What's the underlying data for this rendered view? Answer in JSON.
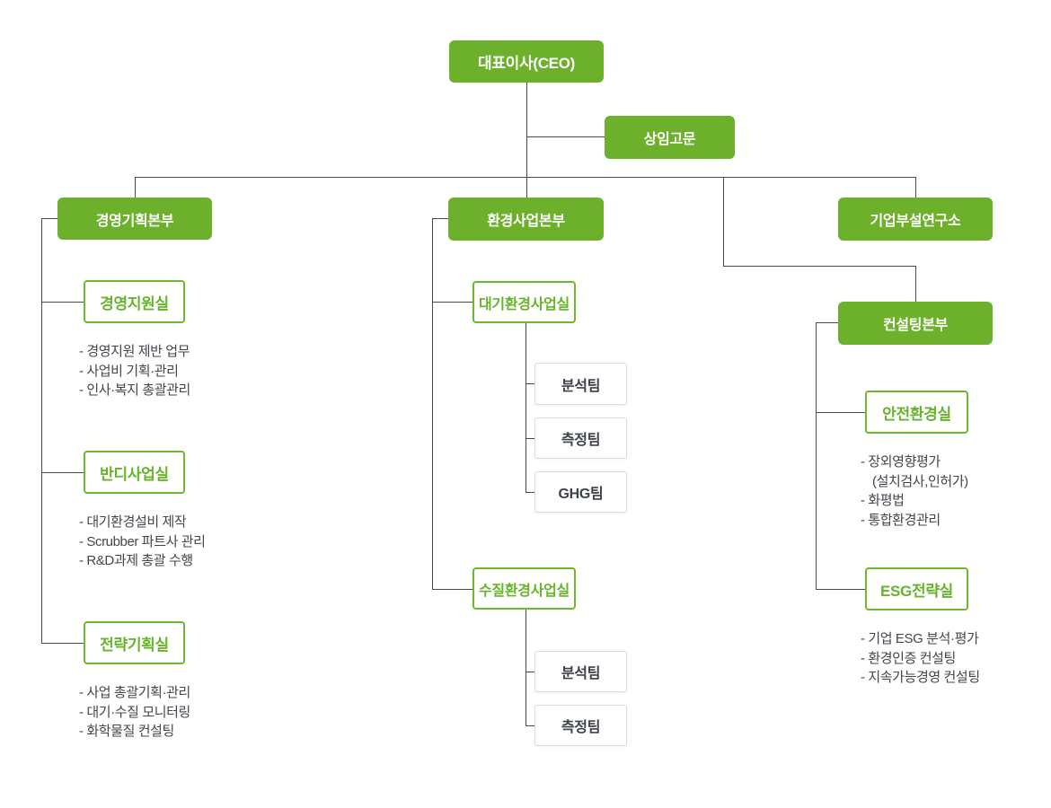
{
  "colors": {
    "box_green": "#6cb02c",
    "outline_green": "#6fb82f",
    "outline_text_green": "#67b42a",
    "connector_line": "#4a4a4a",
    "team_border": "#dcdcdc",
    "body_text": "#42464d"
  },
  "nodes": {
    "ceo": {
      "label": "대표이사(CEO)"
    },
    "advisor": {
      "label": "상임고문"
    },
    "planning_hq": {
      "label": "경영기획본부"
    },
    "env_hq": {
      "label": "환경사업본부"
    },
    "research_lab": {
      "label": "기업부설연구소"
    },
    "consulting_hq": {
      "label": "컨설팅본부"
    },
    "mgmt_support": {
      "label": "경영지원실"
    },
    "bandi_business": {
      "label": "반디사업실"
    },
    "strategy_planning": {
      "label": "전략기획실"
    },
    "air_env": {
      "label": "대기환경사업실"
    },
    "water_env": {
      "label": "수질환경사업실"
    },
    "air_team_analysis": {
      "label": "분석팀"
    },
    "air_team_measure": {
      "label": "측정팀"
    },
    "air_team_ghg": {
      "label": "GHG팀"
    },
    "water_team_analysis": {
      "label": "분석팀"
    },
    "water_team_measure": {
      "label": "측정팀"
    },
    "safety_env": {
      "label": "안전환경실"
    },
    "esg_strategy": {
      "label": "ESG전략실"
    }
  },
  "bullets": {
    "mgmt_support": {
      "items": [
        "- 경영지원 제반 업무",
        "- 사업비 기획·관리",
        "- 인사·복지 총괄관리"
      ]
    },
    "bandi_business": {
      "items": [
        "- 대기환경설비 제작",
        "- Scrubber 파트사 관리",
        "- R&D과제 총괄 수행"
      ]
    },
    "strategy_planning": {
      "items": [
        "- 사업 총괄기획·관리",
        "- 대기·수질 모니터링",
        "- 화학물질 컨설팅"
      ]
    },
    "safety_env": {
      "items": [
        "- 장외영향평가",
        "(설치검사,인허가)",
        "- 화평법",
        "- 통합환경관리"
      ]
    },
    "esg_strategy": {
      "items": [
        "- 기업 ESG 분석·평가",
        "- 환경인증 컨설팅",
        "- 지속가능경영 컨설팅"
      ]
    }
  }
}
